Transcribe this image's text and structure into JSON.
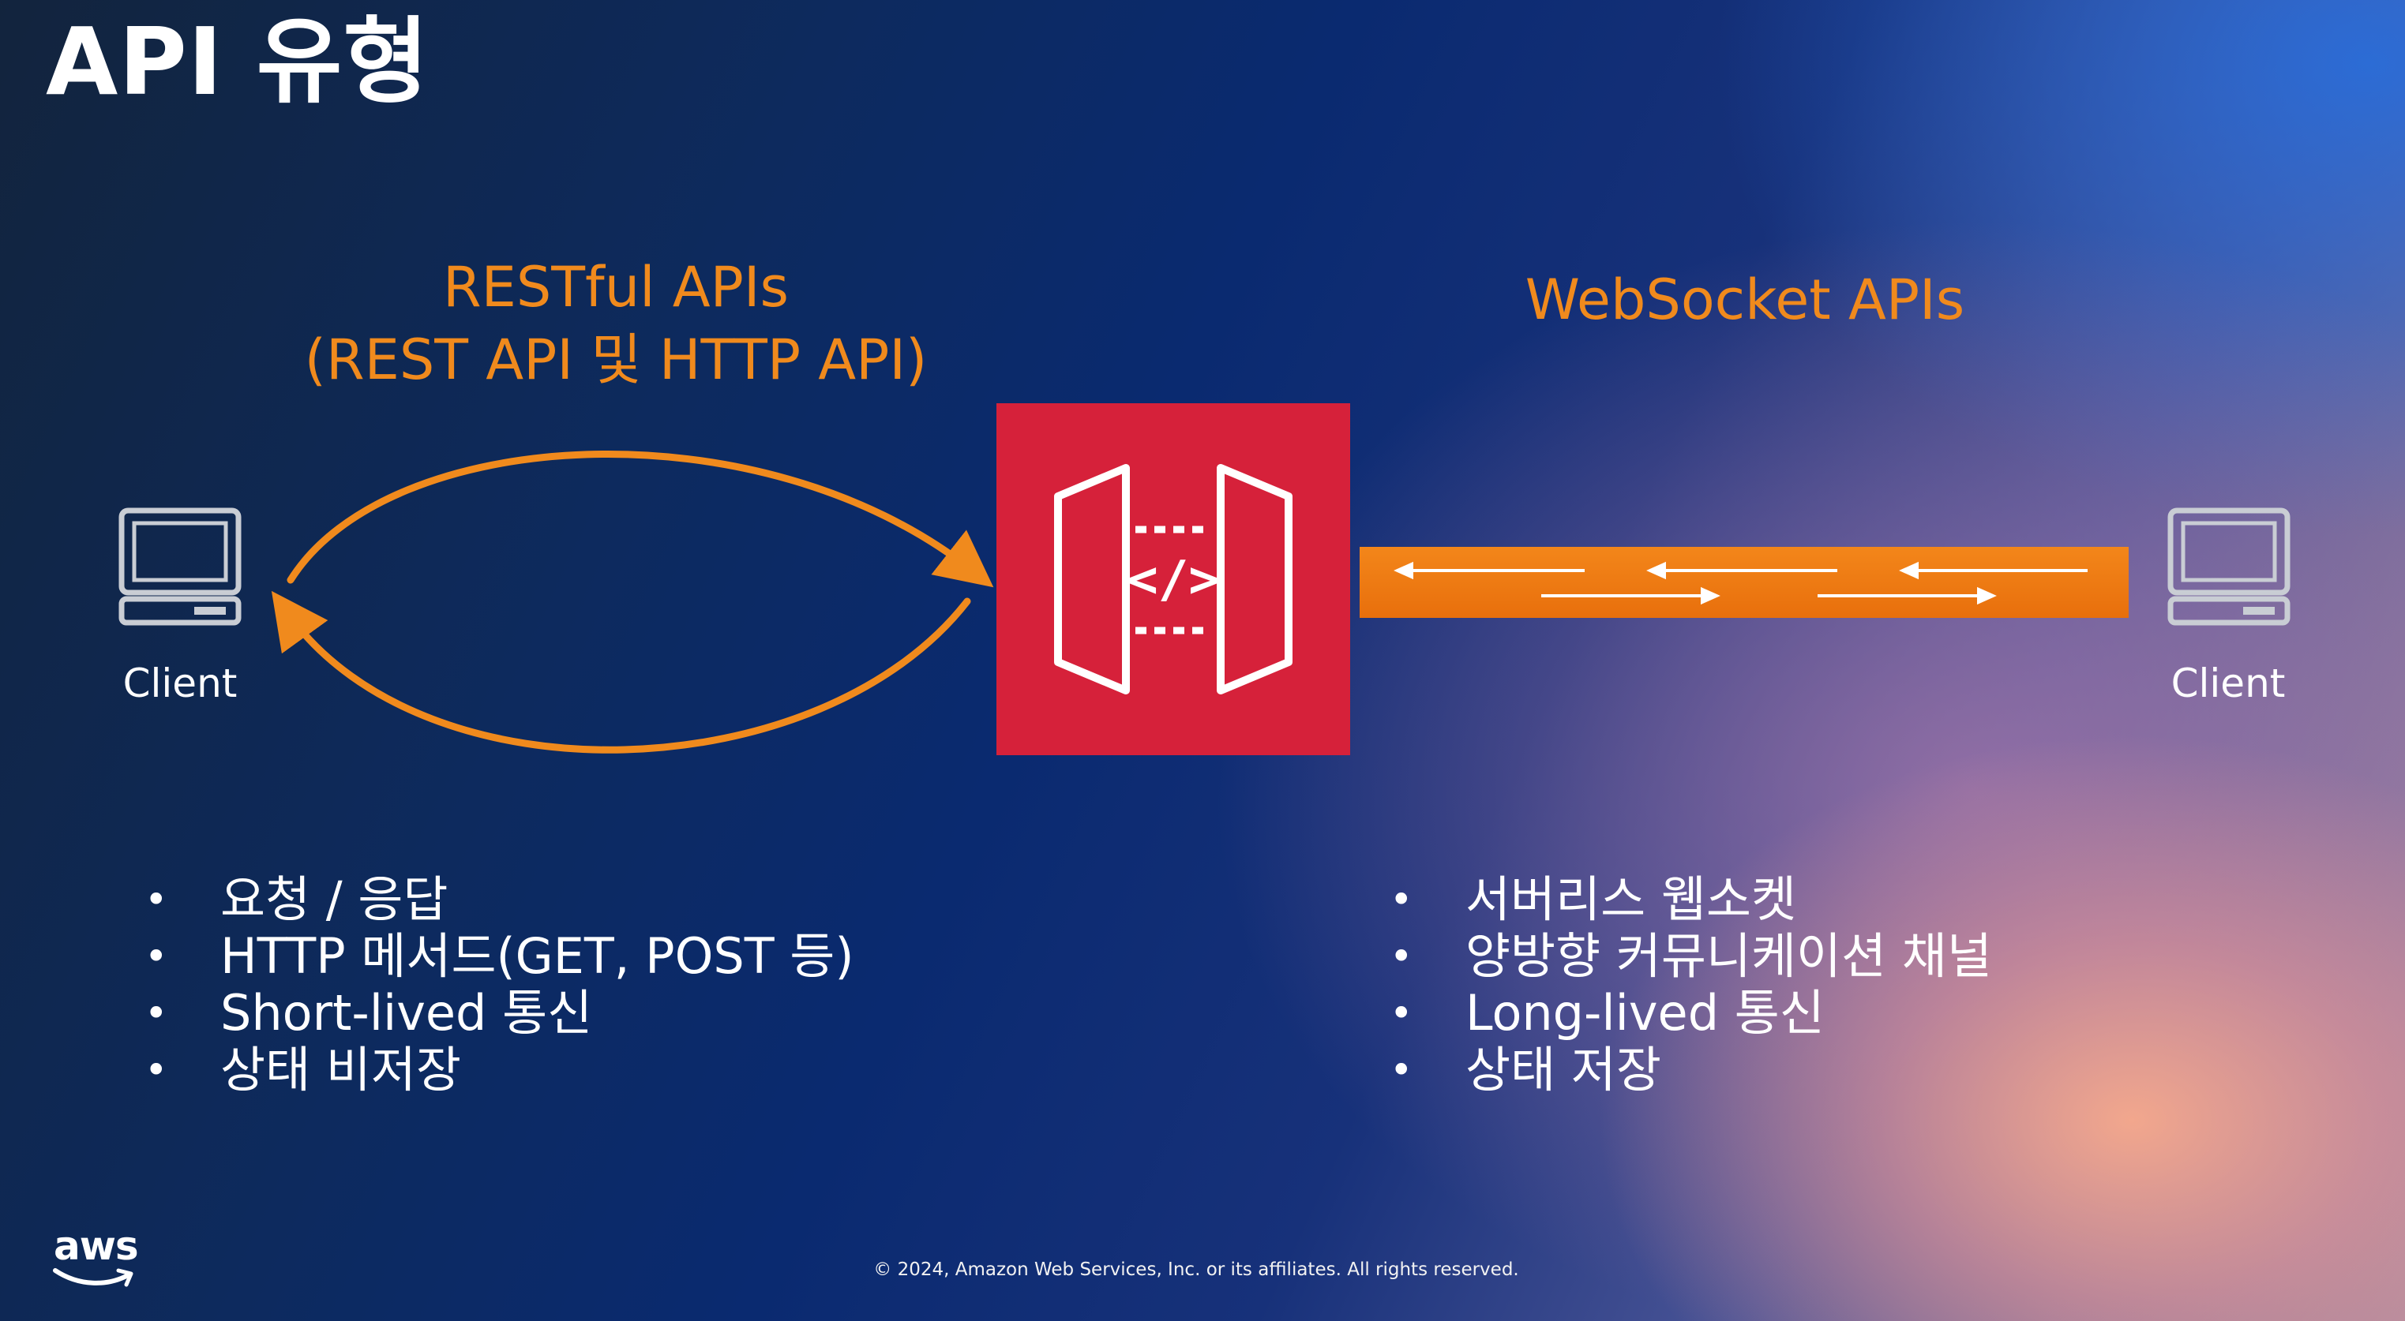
{
  "title": "API 유형",
  "rest": {
    "title_line1": "RESTful APIs",
    "title_line2": "(REST API 및 HTTP API)",
    "client_label": "Client",
    "bullets": [
      "요청 / 응답",
      "HTTP 메서드(GET, POST 등)",
      "Short-lived 통신",
      "상태 비저장"
    ]
  },
  "websocket": {
    "title": "WebSocket APIs",
    "client_label": "Client",
    "bullets": [
      "서버리스 웹소켓",
      "양방향 커뮤니케이션 채널",
      "Long-lived 통신",
      "상태 저장"
    ]
  },
  "gateway": {
    "icon": "api-gateway-icon",
    "color": "#d6213a",
    "glyph": "</>"
  },
  "colors": {
    "accent": "#f08a1d",
    "pipe": "#f07b12",
    "gateway": "#d6213a"
  },
  "footer": "© 2024, Amazon Web Services, Inc. or its affiliates. All rights reserved.",
  "logo_text": "aws"
}
